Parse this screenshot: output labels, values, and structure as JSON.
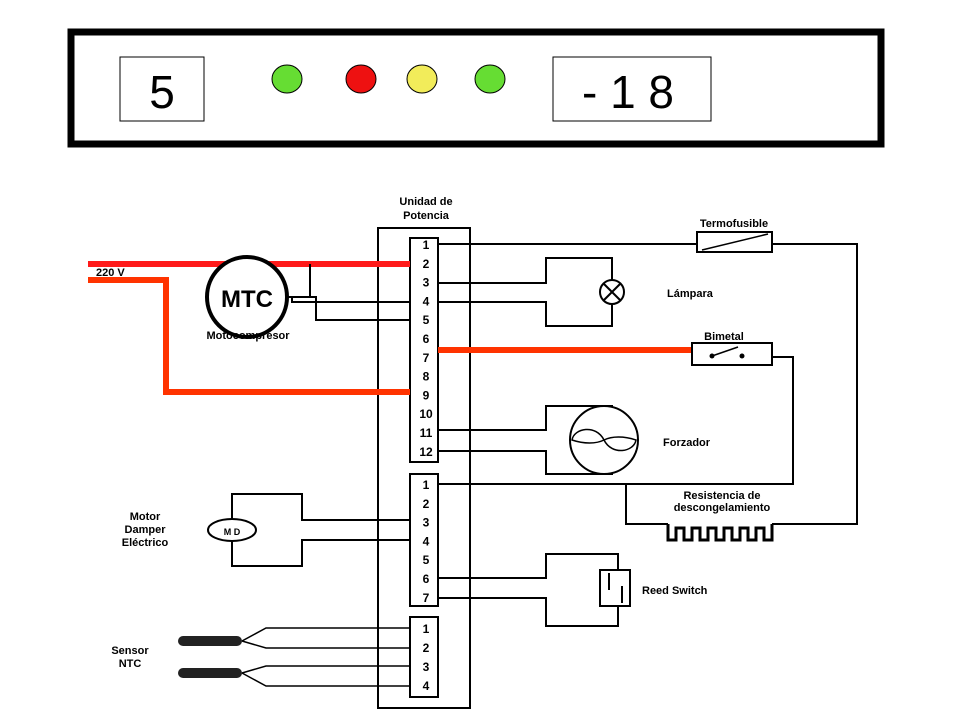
{
  "display": {
    "left_value": "5",
    "right_value": "- 1 8",
    "leds": [
      {
        "name": "led-green-1",
        "color": "#66dd33"
      },
      {
        "name": "led-red",
        "color": "#ee1111"
      },
      {
        "name": "led-yellow",
        "color": "#f2ec5a"
      },
      {
        "name": "led-green-2",
        "color": "#66dd33"
      }
    ]
  },
  "labels": {
    "power_unit_line1": "Unidad de",
    "power_unit_line2": "Potencia",
    "voltage": "220 V",
    "mtc": "MTC",
    "motocompresor": "Motocompresor",
    "termofusible": "Termofusible",
    "lampara": "Lámpara",
    "bimetal": "Bimetal",
    "forzador": "Forzador",
    "resistencia_line1": "Resistencia de",
    "resistencia_line2": "descongelamiento",
    "motor_line1": "Motor",
    "motor_line2": "Damper",
    "motor_line3": "Eléctrico",
    "md": "M D",
    "reed_switch": "Reed Switch",
    "sensor_line1": "Sensor",
    "sensor_line2": "NTC"
  },
  "connectors": {
    "block1": [
      "1",
      "2",
      "3",
      "4",
      "5",
      "6",
      "7",
      "8",
      "9",
      "10",
      "11",
      "12"
    ],
    "block2": [
      "1",
      "2",
      "3",
      "4",
      "5",
      "6",
      "7"
    ],
    "block3": [
      "1",
      "2",
      "3",
      "4"
    ]
  },
  "colors": {
    "wire_red": "#ff1a1a",
    "wire_orange": "#ff3300"
  }
}
